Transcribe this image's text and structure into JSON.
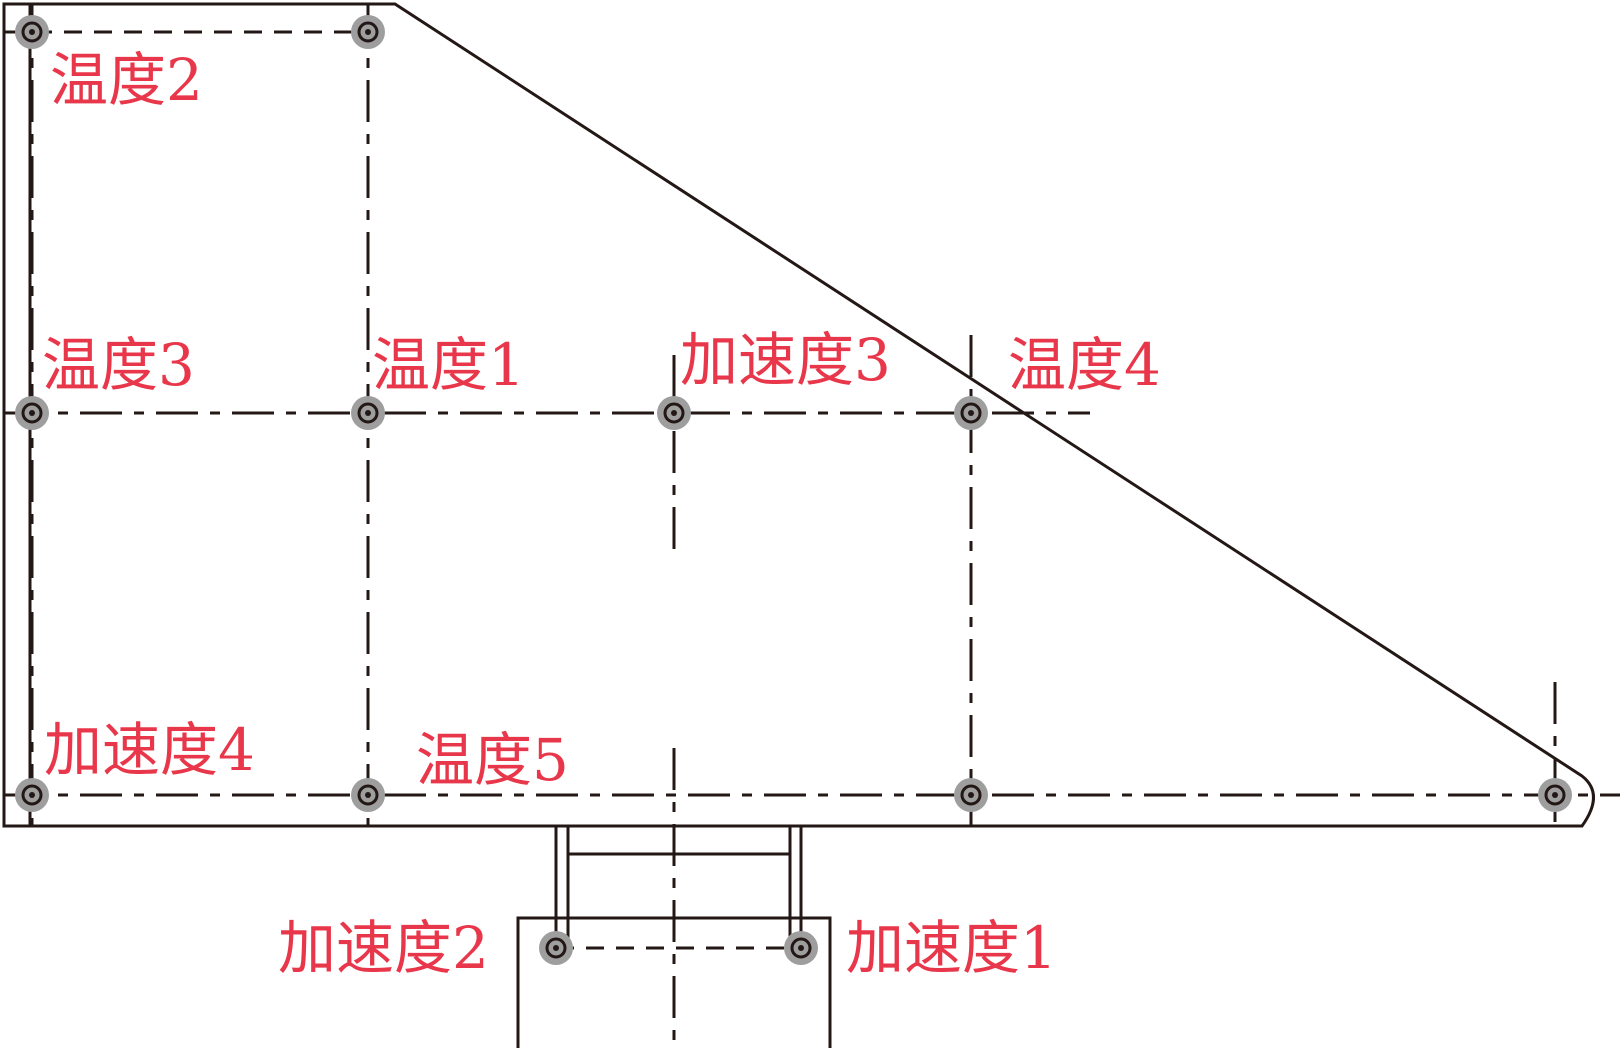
{
  "colors": {
    "line": "#231815",
    "label": "#e8374a",
    "sensor_halo": "#9e9e9e",
    "background": "#ffffff"
  },
  "sensors": [
    {
      "id": "temp2",
      "label": "温度2",
      "kind": "temperature"
    },
    {
      "id": "temp3",
      "label": "温度3",
      "kind": "temperature"
    },
    {
      "id": "temp1",
      "label": "温度1",
      "kind": "temperature"
    },
    {
      "id": "acc3",
      "label": "加速度3",
      "kind": "acceleration"
    },
    {
      "id": "temp4",
      "label": "温度4",
      "kind": "temperature"
    },
    {
      "id": "acc4",
      "label": "加速度4",
      "kind": "acceleration"
    },
    {
      "id": "temp5",
      "label": "温度5",
      "kind": "temperature"
    },
    {
      "id": "acc2",
      "label": "加速度2",
      "kind": "acceleration"
    },
    {
      "id": "acc1",
      "label": "加速度1",
      "kind": "acceleration"
    }
  ]
}
